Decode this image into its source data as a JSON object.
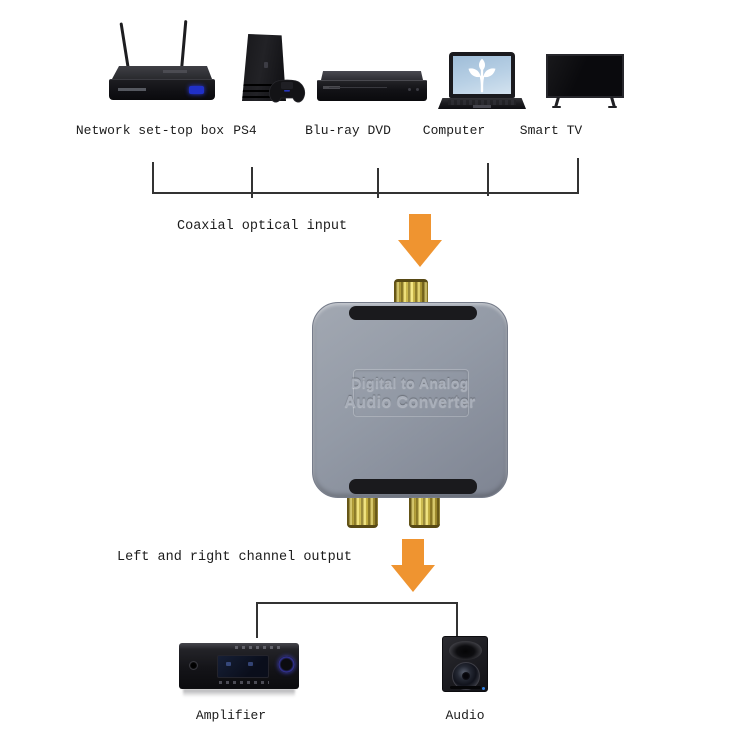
{
  "title": "Digital to Analog Audio Converter connection diagram",
  "colors": {
    "arrow-orange": "#EF9430",
    "connector-gold": "#C9B544",
    "converter-gray": "#939AA6",
    "diagram-line": "#333333",
    "text-dark": "#1C1C1C",
    "led-blue": "#2030C8"
  },
  "input_section": {
    "devices": [
      {
        "label": "Network set-top box"
      },
      {
        "label": "PS4"
      },
      {
        "label": "Blu-ray DVD"
      },
      {
        "label": "Computer"
      },
      {
        "label": "Smart TV"
      }
    ],
    "caption": "Coaxial optical input"
  },
  "converter": {
    "label_line1": "Digital to Analog",
    "label_line2": "Audio Converter"
  },
  "output_section": {
    "caption": "Left and right channel output",
    "devices": [
      {
        "label": "Amplifier"
      },
      {
        "label": "Audio"
      }
    ]
  }
}
